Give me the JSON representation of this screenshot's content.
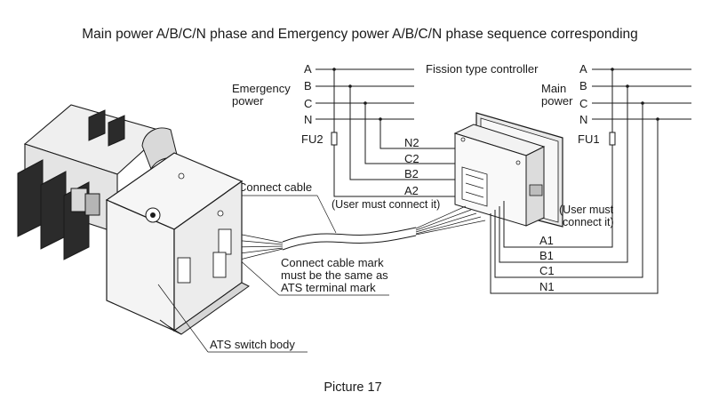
{
  "title": "Main power A/B/C/N phase and Emergency power A/B/C/N phase sequence corresponding",
  "caption": "Picture 17",
  "emergency": {
    "label_line1": "Emergency",
    "label_line2": "power",
    "phases": [
      "A",
      "B",
      "C",
      "N"
    ],
    "fuse": "FU2"
  },
  "main": {
    "label_line1": "Main",
    "label_line2": "power",
    "phases": [
      "A",
      "B",
      "C",
      "N"
    ],
    "fuse": "FU1"
  },
  "controller_label": "Fission type controller",
  "emergency_outputs": [
    "N2",
    "C2",
    "B2",
    "A2"
  ],
  "main_outputs": [
    "A1",
    "B1",
    "C1",
    "N1"
  ],
  "user_note_left": "(User must connect it)",
  "user_note_right_line1": "(User must",
  "user_note_right_line2": "connect it)",
  "connect_cable": "Connect cable",
  "cable_mark_lines": [
    "Connect cable mark",
    "must be the same as",
    "ATS terminal mark"
  ],
  "ats_body": "ATS switch body"
}
